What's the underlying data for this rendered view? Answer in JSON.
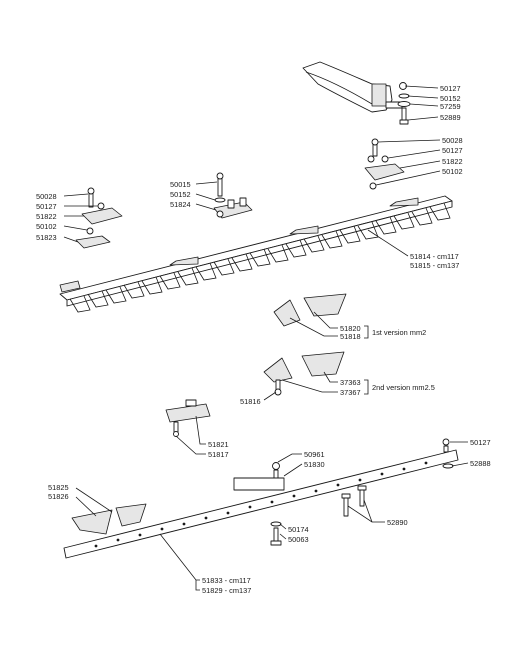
{
  "labels": {
    "p50127a": "50127",
    "p50152a": "50152",
    "p57259": "57259",
    "p52889": "52889",
    "p50028r": "50028",
    "p50127r": "50127",
    "p51822r": "51822",
    "p50102r": "50102",
    "p50015": "50015",
    "p50152b": "50152",
    "p51824": "51824",
    "p50028l": "50028",
    "p50127l": "50127",
    "p51822l": "51822",
    "p50102l": "50102",
    "p51823": "51823",
    "p51814": "51814 - cm117",
    "p51815": "51815 - cm137",
    "p51820": "51820",
    "p51818": "51818",
    "v1": "1st  version  mm2",
    "p37363": "37363",
    "p37367": "37367",
    "v2": "2nd  version  mm2.5",
    "p51816": "51816",
    "p51821": "51821",
    "p51817": "51817",
    "p50961": "50961",
    "p51830": "51830",
    "p50127b": "50127",
    "p52888": "52888",
    "p51825": "51825",
    "p51826": "51826",
    "p52890": "52890",
    "p50174": "50174",
    "p50063": "50063",
    "p51833": "51833 - cm117",
    "p51829": "51829 - cm137"
  }
}
